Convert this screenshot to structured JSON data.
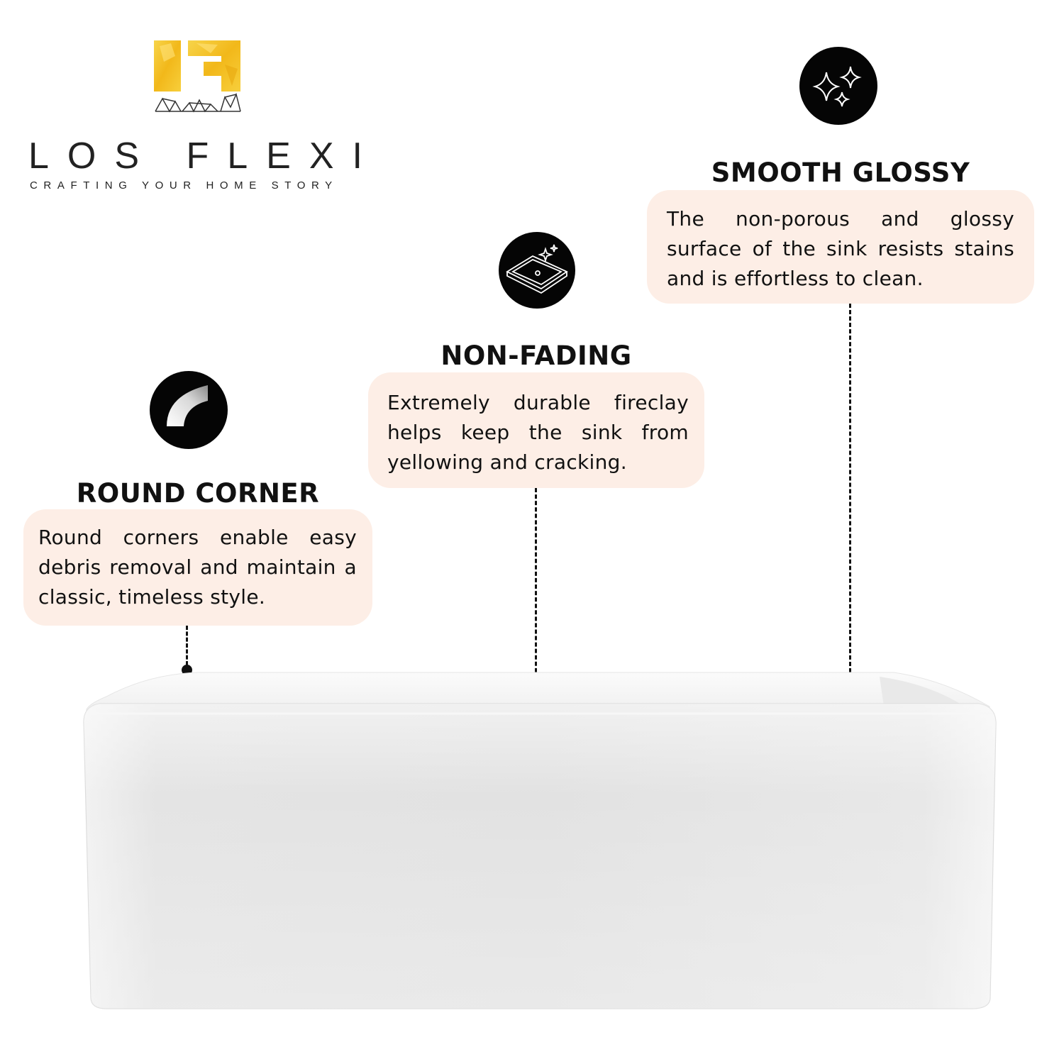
{
  "brand": {
    "name": "LOS FLEXI",
    "tagline": "CRAFTING YOUR HOME STORY",
    "logo_icon": "los-flexi-logo-icon",
    "logo_color": "#f4c31f"
  },
  "features": [
    {
      "icon": "sparkle-icon",
      "title": "SMOOTH GLOSSY",
      "text": "The non-porous and glossy surface of the sink resists stains and is effortless to clean."
    },
    {
      "icon": "sink-icon",
      "title": "NON-FADING",
      "text": "Extremely durable fireclay helps keep the sink from yellowing and cracking."
    },
    {
      "icon": "round-corner-icon",
      "title": "ROUND CORNER",
      "text": "Round corners enable easy debris removal and maintain a classic, timeless style."
    }
  ],
  "colors": {
    "card_background": "#fdeee6",
    "icon_background": "#050505",
    "text": "#111111"
  }
}
